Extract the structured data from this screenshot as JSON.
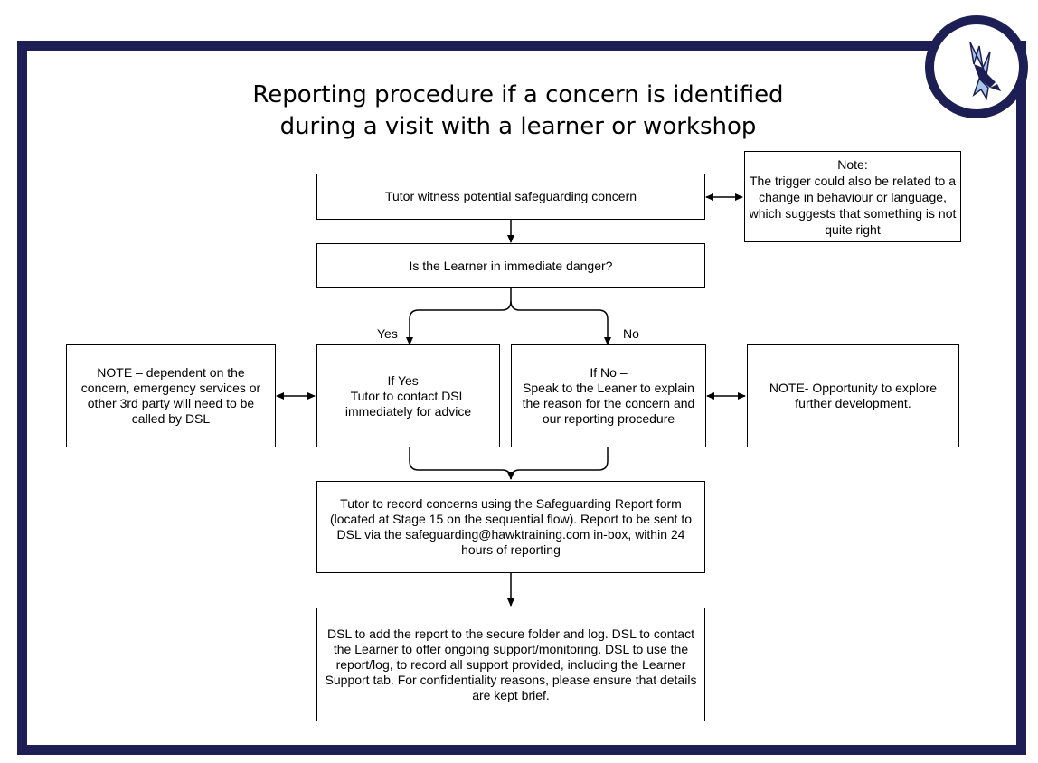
{
  "title": {
    "line1": "Reporting procedure if a concern is identified",
    "line2": "during a visit with a learner or workshop"
  },
  "nodes": {
    "witness": "Tutor witness potential safeguarding concern",
    "note_trigger": "Note:\nThe trigger could also be related to a change in behaviour or language, which suggests that something is not quite right",
    "danger_question": "Is the Learner in immediate danger?",
    "note_dependent": "NOTE – dependent on the concern, emergency services or other 3rd party will need to be called by DSL",
    "if_yes": "If Yes –\nTutor to contact DSL immediately for advice",
    "if_no": "If No –\nSpeak to the Leaner to explain the reason for the concern and our reporting procedure",
    "note_opportunity": "NOTE- Opportunity to explore further development.",
    "record": "Tutor to record concerns using the Safeguarding Report form (located at Stage 15  on the sequential flow). Report to be sent to DSL via the safeguarding@hawktraining.com in-box, within 24 hours of reporting",
    "dsl_action": "DSL to add the report to the secure folder and log. DSL to contact the Learner to offer ongoing support/monitoring. DSL to use the report/log, to record all support provided, including the Learner Support tab. For confidentiality reasons, please ensure that details are kept brief."
  },
  "labels": {
    "yes": "Yes",
    "no": "No"
  },
  "colors": {
    "frame": "#1c1e54",
    "logo_light": "#a9c4ea",
    "logo_dark": "#1c1e54"
  },
  "logo": {
    "icon": "hawk-icon"
  }
}
